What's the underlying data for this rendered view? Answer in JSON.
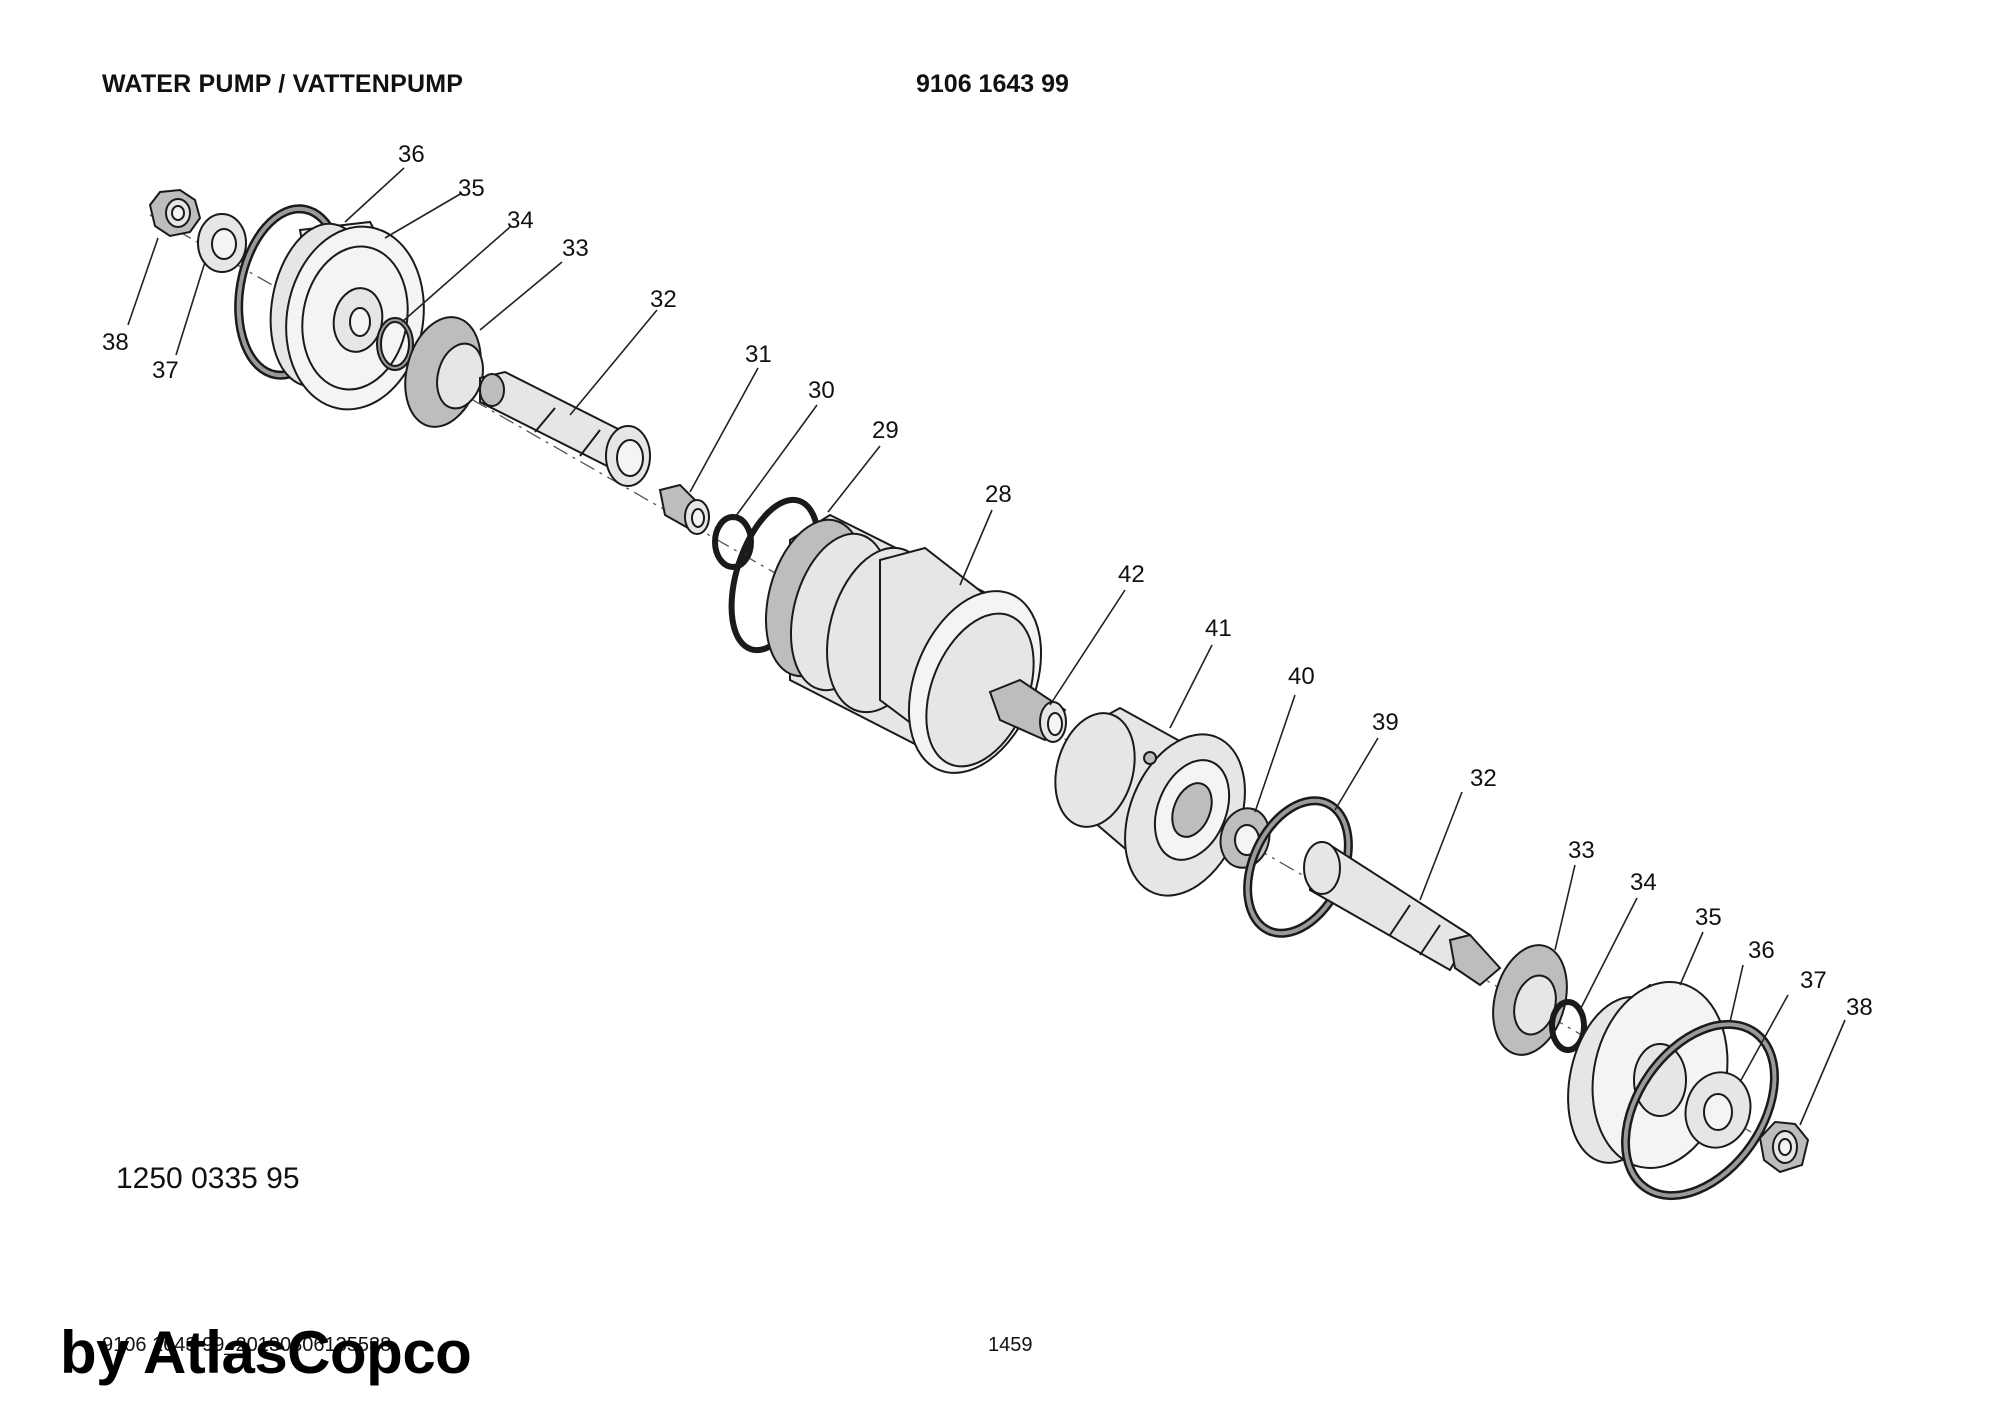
{
  "header": {
    "title": "WATER PUMP / VATTENPUMP",
    "document_number": "9106 1643 99"
  },
  "part_number": "1250 0335 95",
  "footer": {
    "code": "9106 1643 99_20130806135538",
    "page": "1459"
  },
  "watermark": "by AtlasCopco",
  "callouts": {
    "c36a": "36",
    "c35a": "35",
    "c34a": "34",
    "c33a": "33",
    "c32a": "32",
    "c31": "31",
    "c30": "30",
    "c29": "29",
    "c28": "28",
    "c38a": "38",
    "c37a": "37",
    "c42": "42",
    "c41": "41",
    "c40": "40",
    "c39": "39",
    "c32b": "32",
    "c33b": "33",
    "c34b": "34",
    "c35b": "35",
    "c36b": "36",
    "c37b": "37",
    "c38b": "38"
  }
}
